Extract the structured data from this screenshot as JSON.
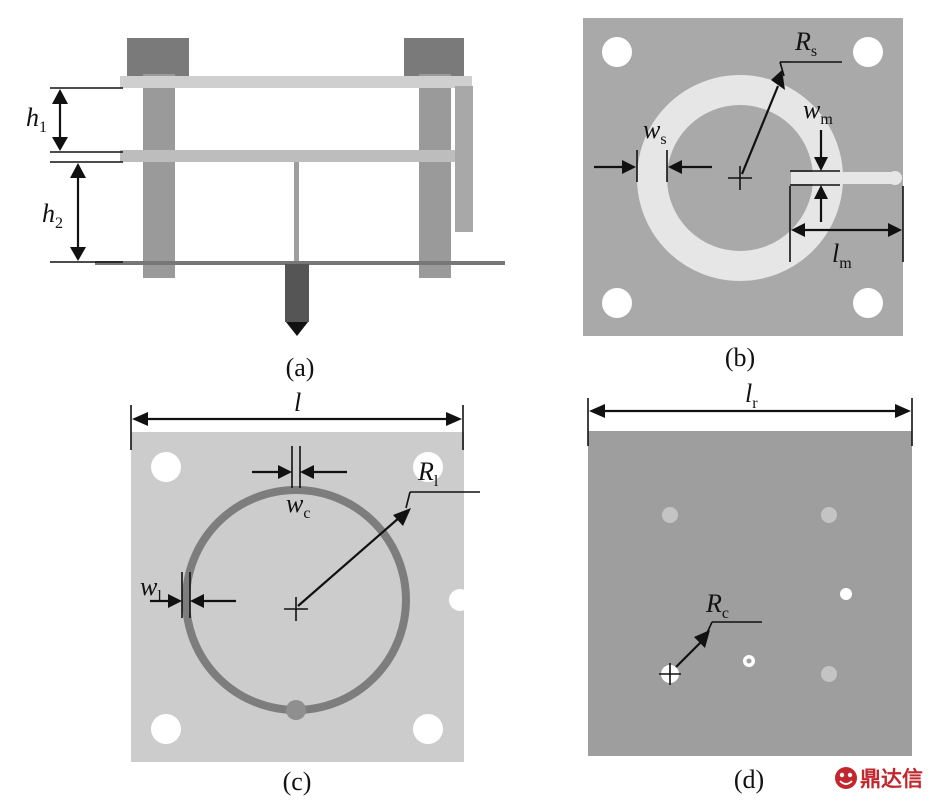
{
  "panels": {
    "a": {
      "caption": "(a)",
      "h1": "h",
      "h1_sub": "1",
      "h2": "h",
      "h2_sub": "2"
    },
    "b": {
      "caption": "(b)",
      "Rs": "R",
      "Rs_sub": "s",
      "ws": "w",
      "ws_sub": "s",
      "wm": "w",
      "wm_sub": "m",
      "lm": "l",
      "lm_sub": "m"
    },
    "c": {
      "caption": "(c)",
      "l": "l",
      "Rl": "R",
      "Rl_sub": "l",
      "wc": "w",
      "wc_sub": "c",
      "wl": "w",
      "wl_sub": "l"
    },
    "d": {
      "caption": "(d)",
      "lr": "l",
      "lr_sub": "r",
      "Rc": "R",
      "Rc_sub": "c"
    }
  },
  "watermark": {
    "text": "鼎达信"
  },
  "colors": {
    "substrate_b": "#a9a9a9",
    "substrate_c": "#cccccc",
    "substrate_d": "#9e9e9e",
    "ring_b": "#e6e6e6",
    "ring_c": "#7d7d7d",
    "watermark": "#c1272d"
  }
}
